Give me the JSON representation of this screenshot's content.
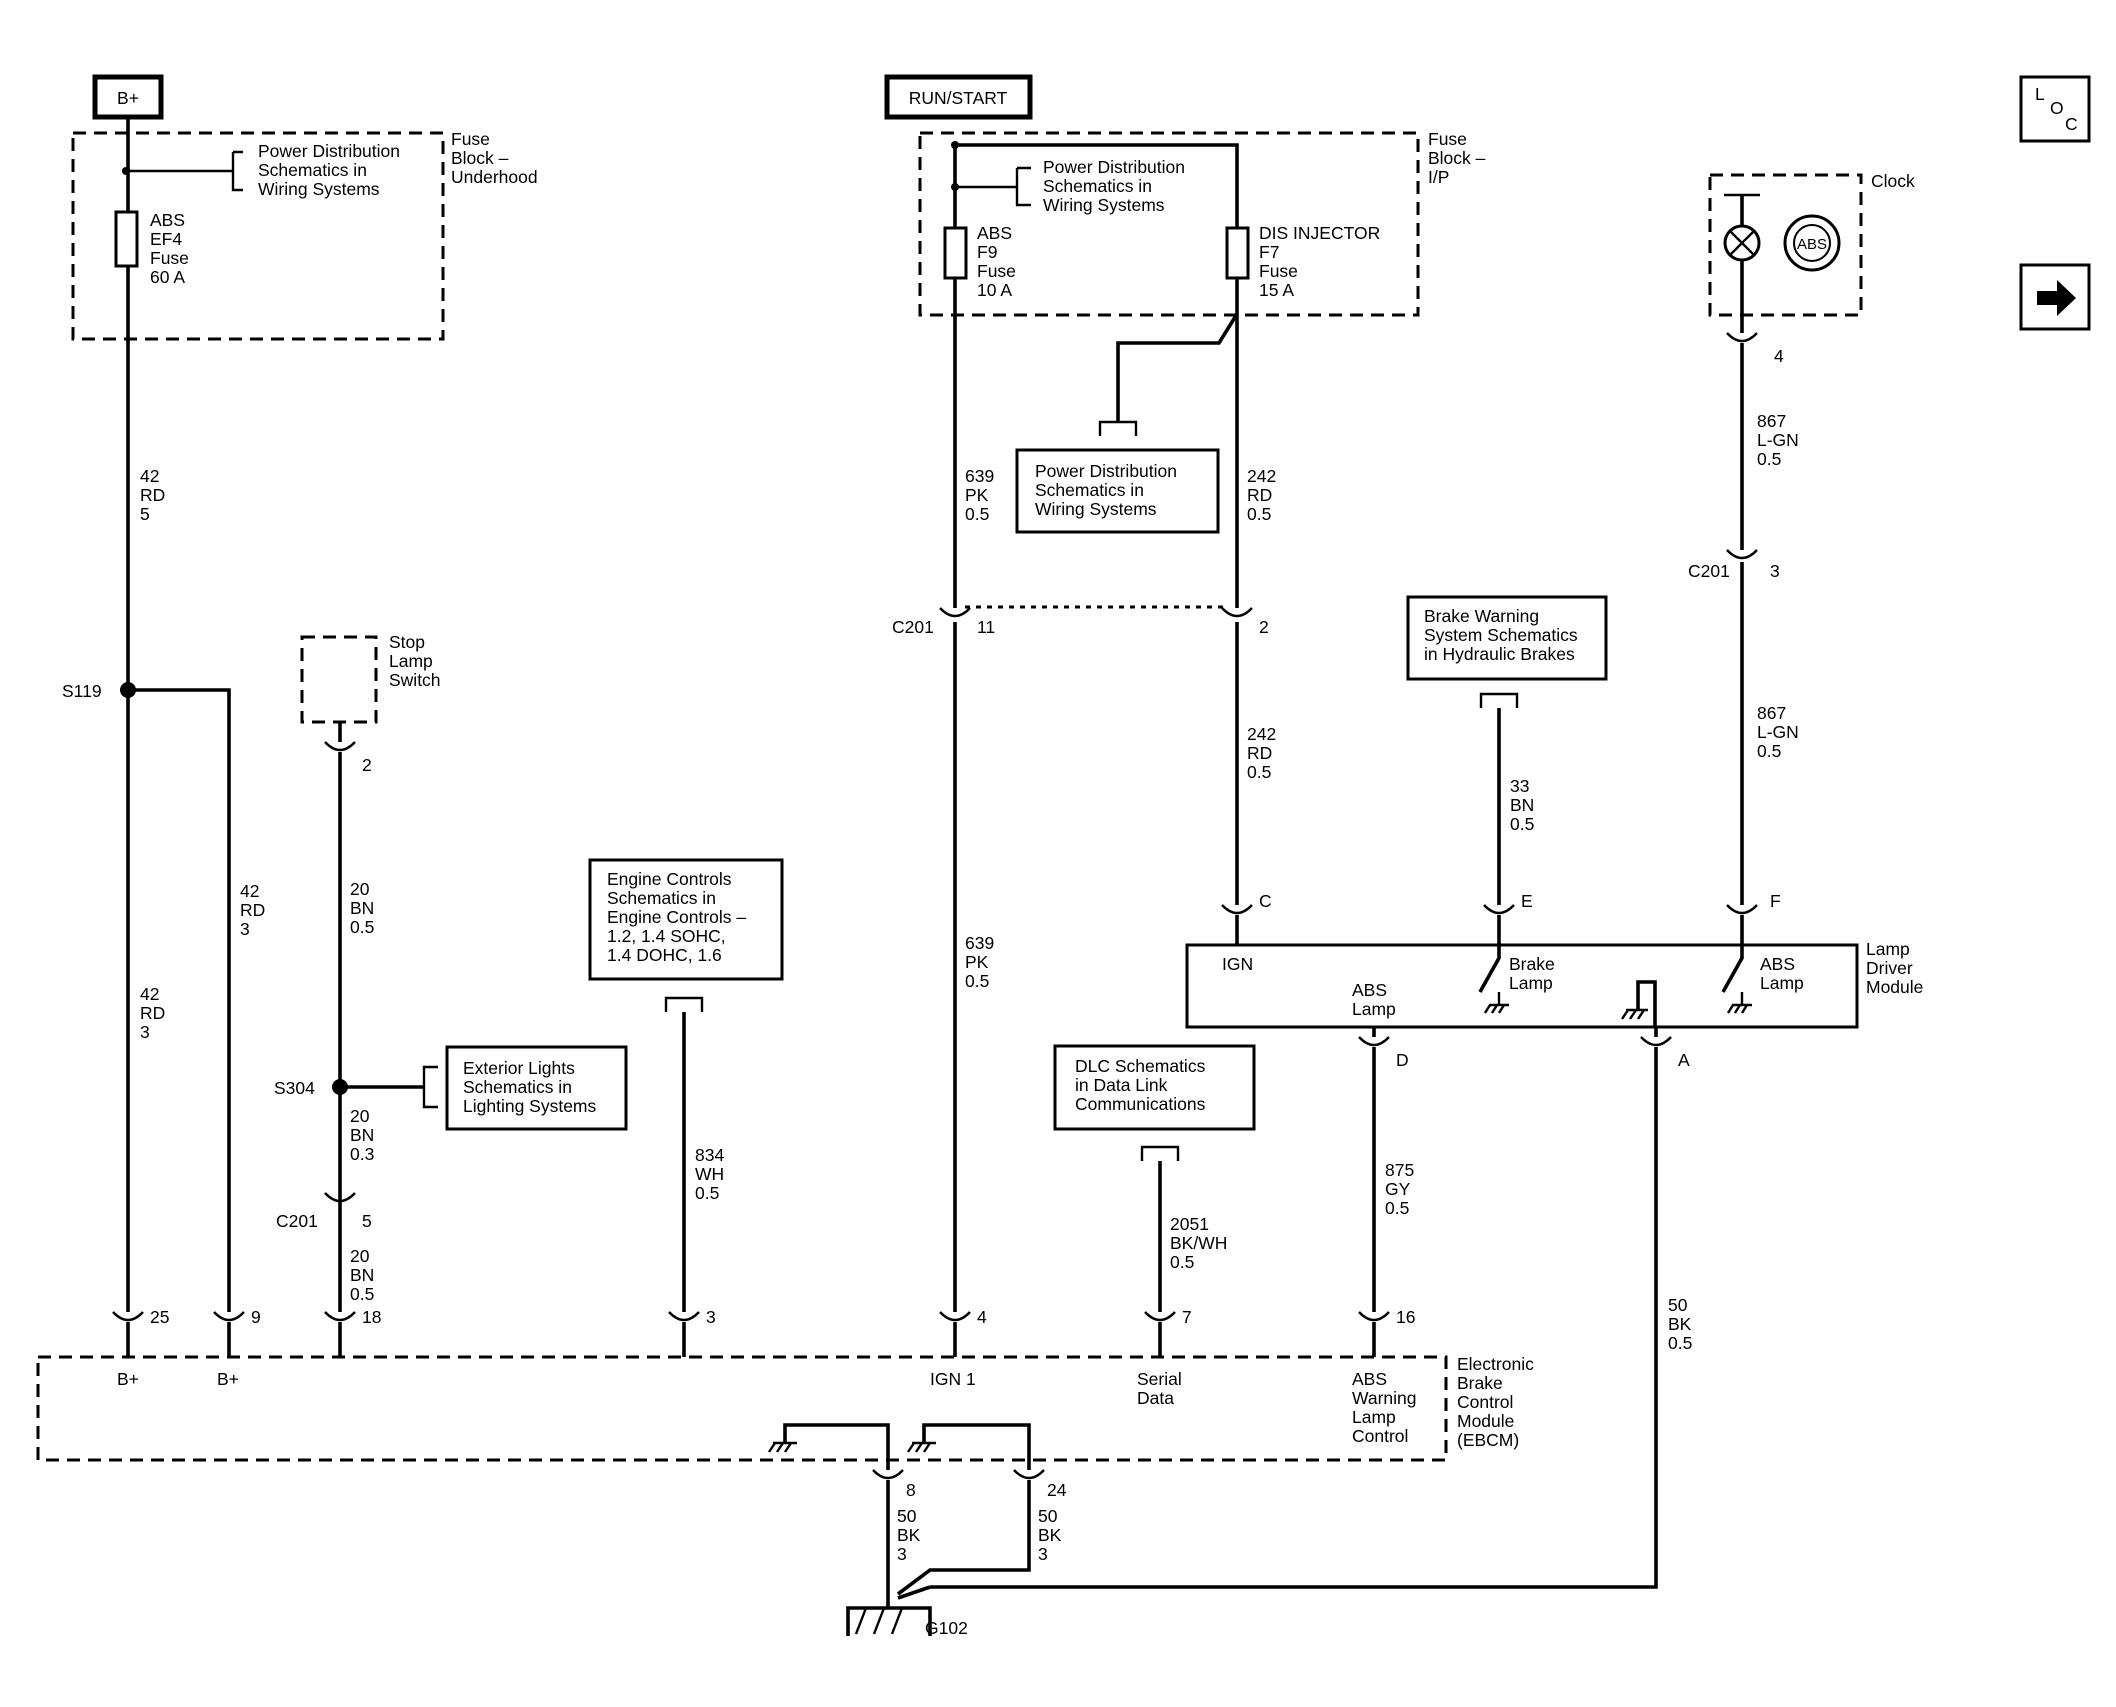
{
  "power_sources": {
    "batt": "B+",
    "run_start": "RUN/START"
  },
  "fuse_block_underhood": {
    "label": [
      "Fuse",
      "Block –",
      "Underhood"
    ],
    "ref": [
      "Power Distribution",
      "Schematics in",
      "Wiring Systems"
    ],
    "fuse": [
      "ABS",
      "EF4",
      "Fuse",
      "60 A"
    ]
  },
  "fuse_block_ip": {
    "label": [
      "Fuse",
      "Block –",
      "I/P"
    ],
    "ref": [
      "Power Distribution",
      "Schematics in",
      "Wiring Systems"
    ],
    "fuse_abs": [
      "ABS",
      "F9",
      "Fuse",
      "10 A"
    ],
    "fuse_dis": [
      "DIS INJECTOR",
      "F7",
      "Fuse",
      "15 A"
    ]
  },
  "power_dist_box": [
    "Power Distribution",
    "Schematics in",
    "Wiring Systems"
  ],
  "clock": {
    "label": "Clock",
    "symbol": "ABS"
  },
  "nav": {
    "loc": [
      "L",
      "O",
      "C"
    ],
    "next_icon": "arrow-right-icon"
  },
  "splices": {
    "s119": "S119",
    "s304": "S304",
    "g102": "G102"
  },
  "stop_lamp_switch": [
    "Stop",
    "Lamp",
    "Switch"
  ],
  "engine_controls_box": [
    "Engine Controls",
    "Schematics in",
    "Engine Controls –",
    "1.2, 1.4 SOHC,",
    "1.4 DOHC, 1.6"
  ],
  "exterior_lights_box": [
    "Exterior Lights",
    "Schematics in",
    "Lighting Systems"
  ],
  "brake_warning_box": [
    "Brake Warning",
    "System Schematics",
    "in Hydraulic Brakes"
  ],
  "dlc_box": [
    "DLC Schematics",
    "in Data Link",
    "Communications"
  ],
  "lamp_driver": {
    "label": [
      "Lamp",
      "Driver",
      "Module"
    ],
    "ign": "IGN",
    "abs_lamp_left": [
      "ABS",
      "Lamp"
    ],
    "brake_lamp": [
      "Brake",
      "Lamp"
    ],
    "abs_lamp_right": [
      "ABS",
      "Lamp"
    ]
  },
  "ebcm": {
    "label": [
      "Electronic",
      "Brake",
      "Control",
      "Module",
      "(EBCM)"
    ],
    "b_plus_1": "B+",
    "b_plus_2": "B+",
    "ign1": "IGN 1",
    "serial": [
      "Serial",
      "Data"
    ],
    "warn": [
      "ABS",
      "Warning",
      "Lamp",
      "Control"
    ]
  },
  "connector_names": {
    "c201": "C201"
  },
  "pins": {
    "clock_4": "4",
    "c201_3": "3",
    "c201_11": "11",
    "c201_2": "2",
    "ssw_2": "2",
    "c201_5": "5",
    "ldm_C": "C",
    "ldm_E": "E",
    "ldm_F": "F",
    "ldm_D": "D",
    "ldm_A": "A",
    "e25": "25",
    "e9": "9",
    "e18": "18",
    "e3": "3",
    "e4": "4",
    "e7": "7",
    "e16": "16",
    "e8": "8",
    "e24": "24"
  },
  "wires": {
    "w42_5": [
      "42",
      "RD",
      "5"
    ],
    "w42_3a": [
      "42",
      "RD",
      "3"
    ],
    "w42_3b": [
      "42",
      "RD",
      "3"
    ],
    "w639_a": [
      "639",
      "PK",
      "0.5"
    ],
    "w639_b": [
      "639",
      "PK",
      "0.5"
    ],
    "w242_a": [
      "242",
      "RD",
      "0.5"
    ],
    "w242_b": [
      "242",
      "RD",
      "0.5"
    ],
    "w867_a": [
      "867",
      "L-GN",
      "0.5"
    ],
    "w867_b": [
      "867",
      "L-GN",
      "0.5"
    ],
    "w20_a": [
      "20",
      "BN",
      "0.5"
    ],
    "w20_b": [
      "20",
      "BN",
      "0.3"
    ],
    "w20_c": [
      "20",
      "BN",
      "0.5"
    ],
    "w834": [
      "834",
      "WH",
      "0.5"
    ],
    "w33": [
      "33",
      "BN",
      "0.5"
    ],
    "w2051": [
      "2051",
      "BK/WH",
      "0.5"
    ],
    "w875": [
      "875",
      "GY",
      "0.5"
    ],
    "w50_a": [
      "50",
      "BK",
      "0.5"
    ],
    "w50_b": [
      "50",
      "BK",
      "3"
    ],
    "w50_c": [
      "50",
      "BK",
      "3"
    ]
  }
}
